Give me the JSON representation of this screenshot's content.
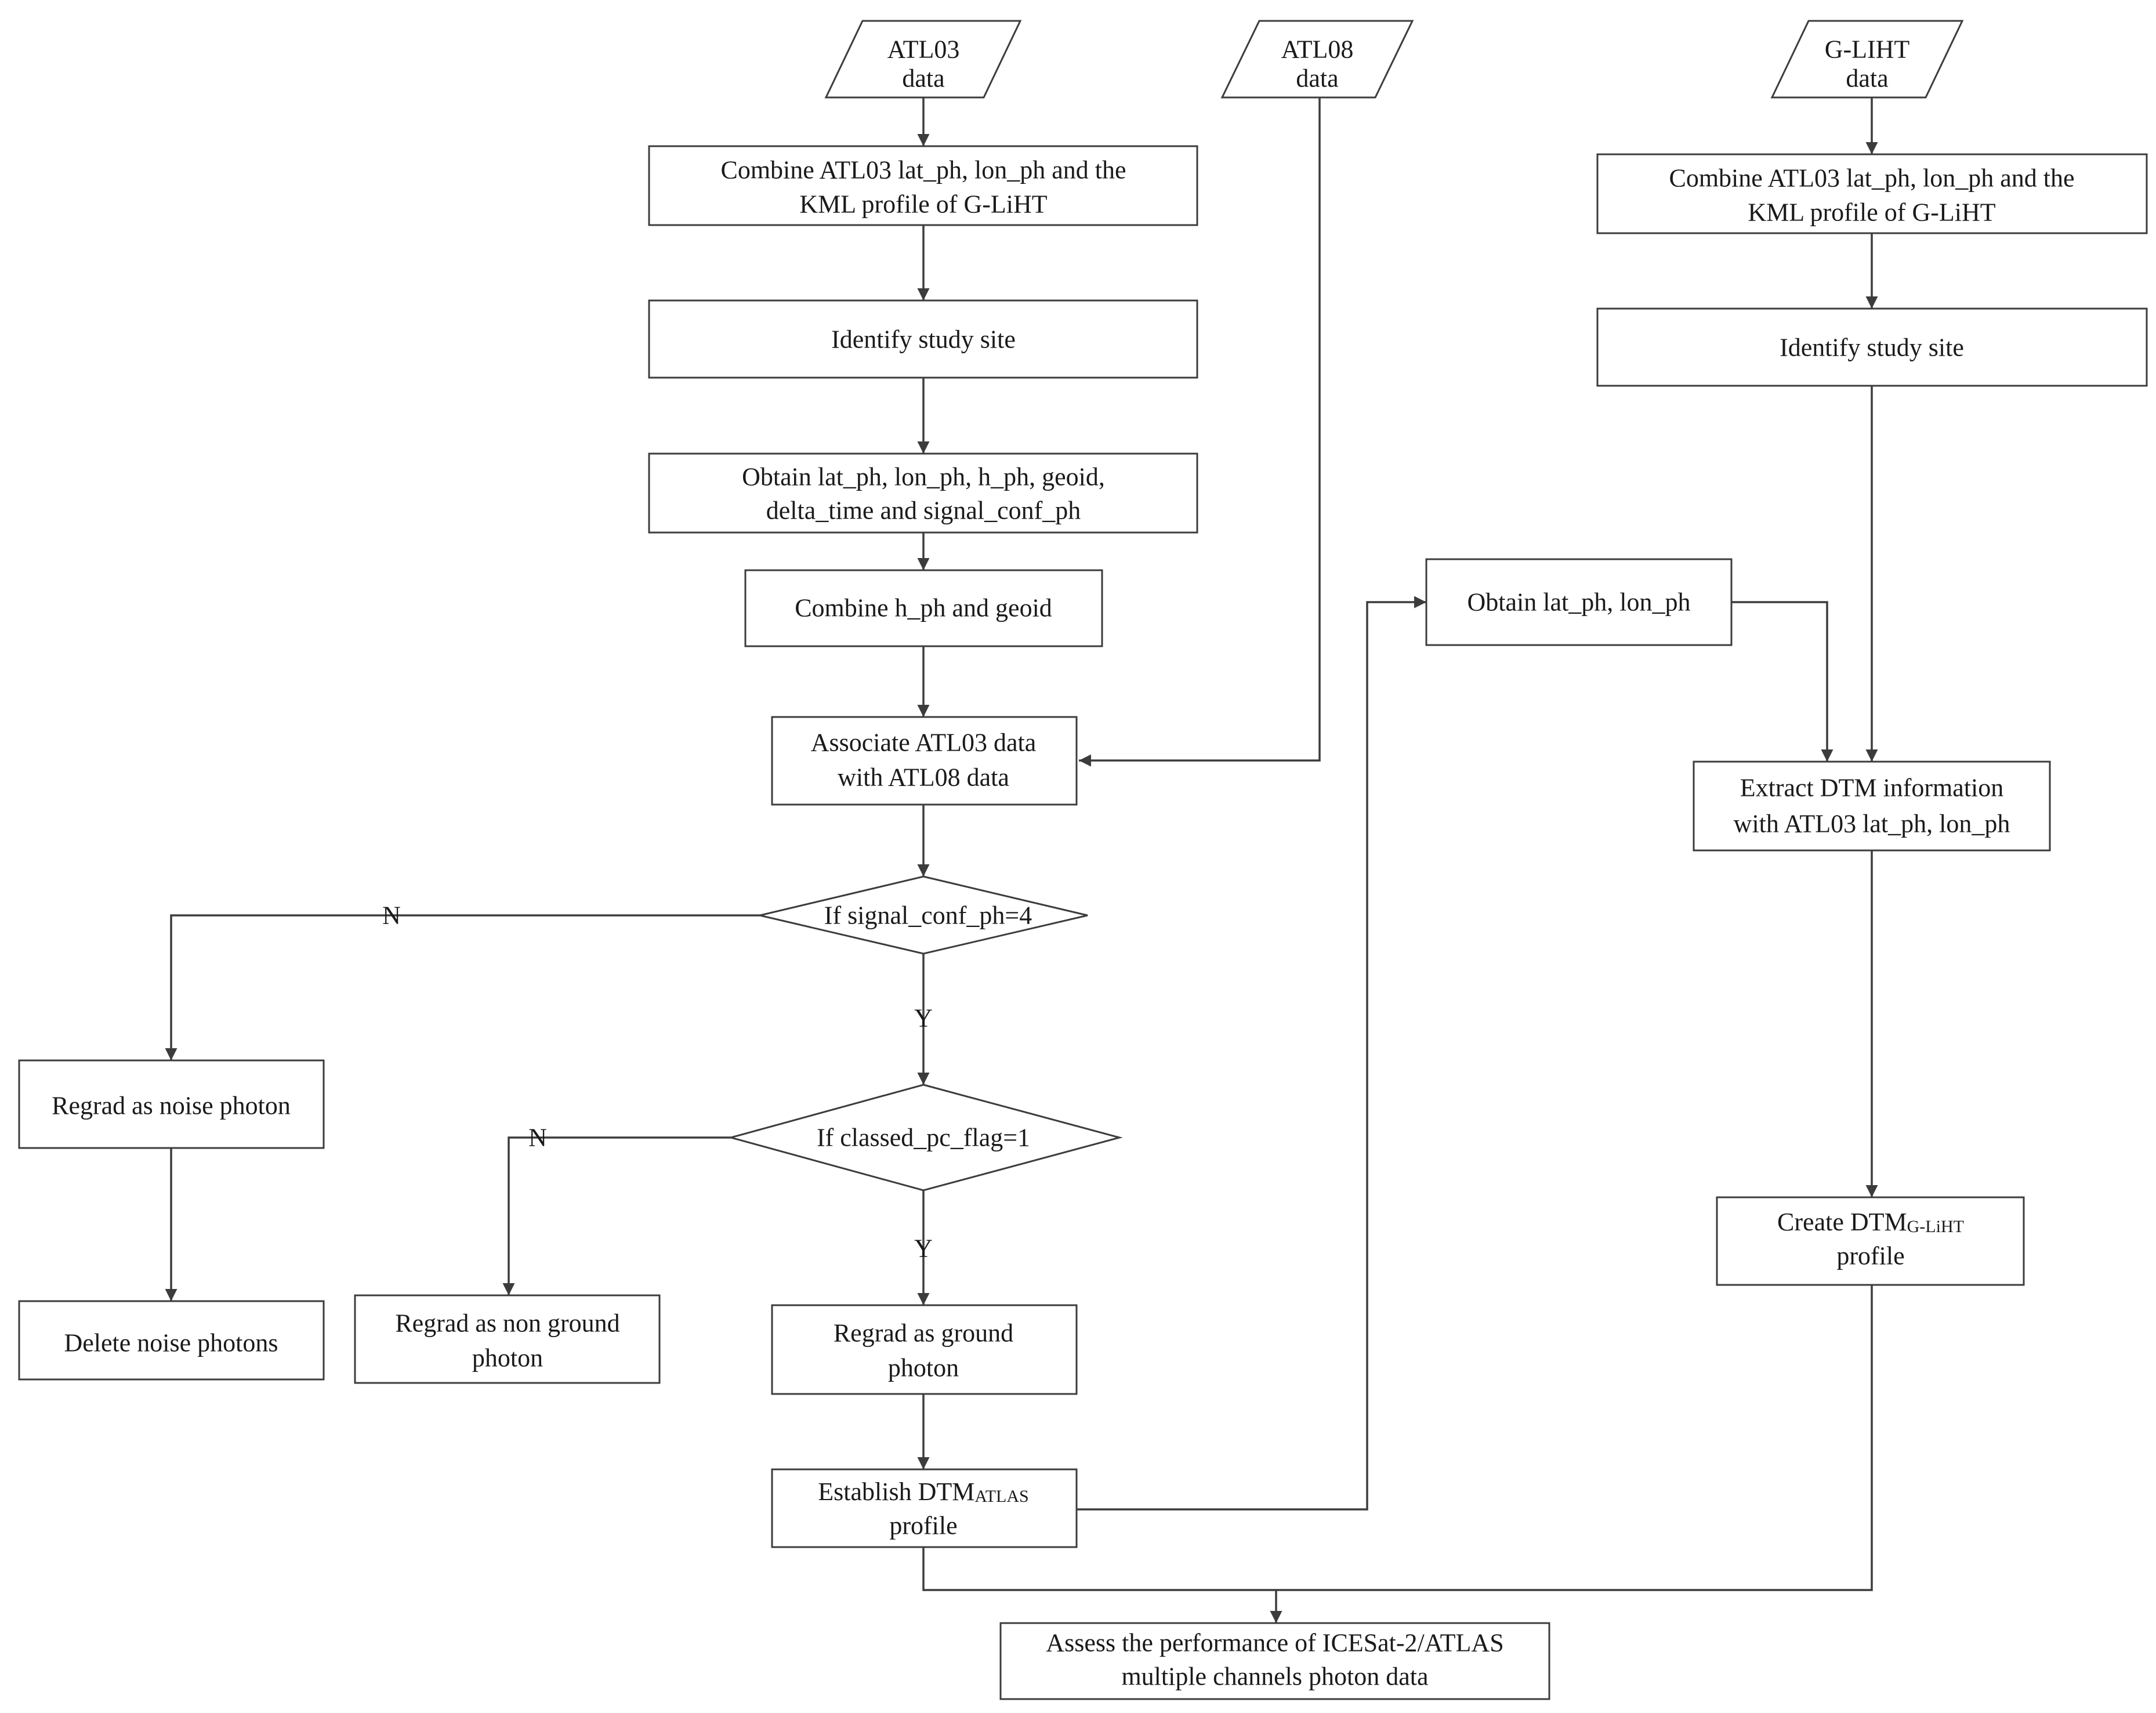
{
  "nodes": {
    "atl03_data": {
      "line1": "ATL03",
      "line2": "data"
    },
    "atl08_data": {
      "line1": "ATL08",
      "line2": "data"
    },
    "gliht_data": {
      "line1": "G-LIHT",
      "line2": "data"
    },
    "combine_kml_left": {
      "line1": "Combine ATL03 lat_ph, lon_ph and the",
      "line2": "KML profile of G-LiHT"
    },
    "combine_kml_right": {
      "line1": "Combine ATL03 lat_ph, lon_ph and the",
      "line2": "KML profile of G-LiHT"
    },
    "identify_site_left": {
      "line1": "Identify study site"
    },
    "identify_site_right": {
      "line1": "Identify study site"
    },
    "obtain_params": {
      "line1": "Obtain lat_ph, lon_ph, h_ph, geoid,",
      "line2": "delta_time and signal_conf_ph"
    },
    "combine_hph": {
      "line1": "Combine h_ph and  geoid"
    },
    "associate": {
      "line1": "Associate ATL03 data",
      "line2": "with ATL08 data"
    },
    "if_signal": {
      "line1": "If signal_conf_ph=4"
    },
    "if_classed": {
      "line1": "If classed_pc_flag=1"
    },
    "noise_photon": {
      "line1": "Regrad as noise photon"
    },
    "delete_noise": {
      "line1": "Delete noise photons"
    },
    "non_ground": {
      "line1": "Regrad as non ground",
      "line2": "photon"
    },
    "ground": {
      "line1": "Regrad as ground",
      "line2": "photon"
    },
    "establish_dtm": {
      "line1_main": "Establish DTM",
      "line1_sub": "ATLAS",
      "line2": "profile"
    },
    "obtain_latlon": {
      "line1": "Obtain lat_ph, lon_ph"
    },
    "extract_dtm": {
      "line1": "Extract DTM information",
      "line2": "with ATL03 lat_ph, lon_ph"
    },
    "create_dtm": {
      "line1_main": "Create DTM",
      "line1_sub": "G-LiHT",
      "line2": "profile"
    },
    "assess": {
      "line1": "Assess the performance of ICESat-2/ATLAS",
      "line2": "multiple channels photon data"
    }
  },
  "edge_labels": {
    "signal_no": "N",
    "signal_yes": "Y",
    "classed_no": "N",
    "classed_yes": "Y"
  },
  "style": {
    "line_color": "#3c3c3c",
    "text_color": "#1a1a1a",
    "background": "#ffffff"
  }
}
